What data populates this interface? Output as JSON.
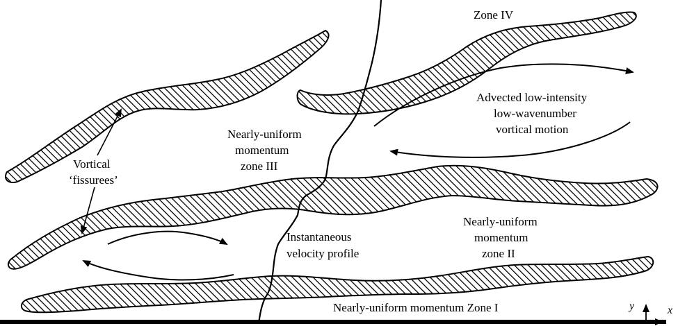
{
  "labels": {
    "zone_iv": "Zone IV",
    "advected_1": "Advected low-intensity",
    "advected_2": "low-wavenumber",
    "advected_3": "vortical motion",
    "zone_iii_1": "Nearly-uniform",
    "zone_iii_2": "momentum",
    "zone_iii_3": "zone III",
    "fissures_1": "Vortical",
    "fissures_2": "‘fissurees’",
    "profile_1": "Instantaneous",
    "profile_2": "velocity profile",
    "zone_ii_1": "Nearly-uniform",
    "zone_ii_2": "momentum",
    "zone_ii_3": "zone II",
    "zone_i": "Nearly-uniform momentum Zone I"
  },
  "axes": {
    "x": "x",
    "y": "y"
  },
  "colors": {
    "ink": "#000000",
    "background": "#ffffff"
  }
}
